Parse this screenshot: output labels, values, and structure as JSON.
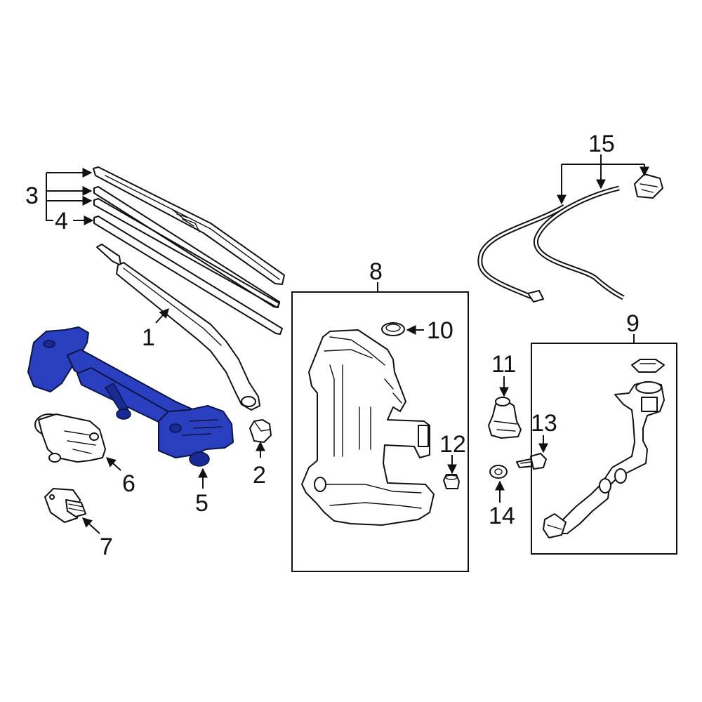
{
  "diagram": {
    "highlight_color": "#2a3fbf",
    "callouts": {
      "c1": "1",
      "c2": "2",
      "c3": "3",
      "c4": "4",
      "c5": "5",
      "c6": "6",
      "c7": "7",
      "c8": "8",
      "c9": "9",
      "c10": "10",
      "c11": "11",
      "c12": "12",
      "c13": "13",
      "c14": "14",
      "c15": "15"
    }
  }
}
